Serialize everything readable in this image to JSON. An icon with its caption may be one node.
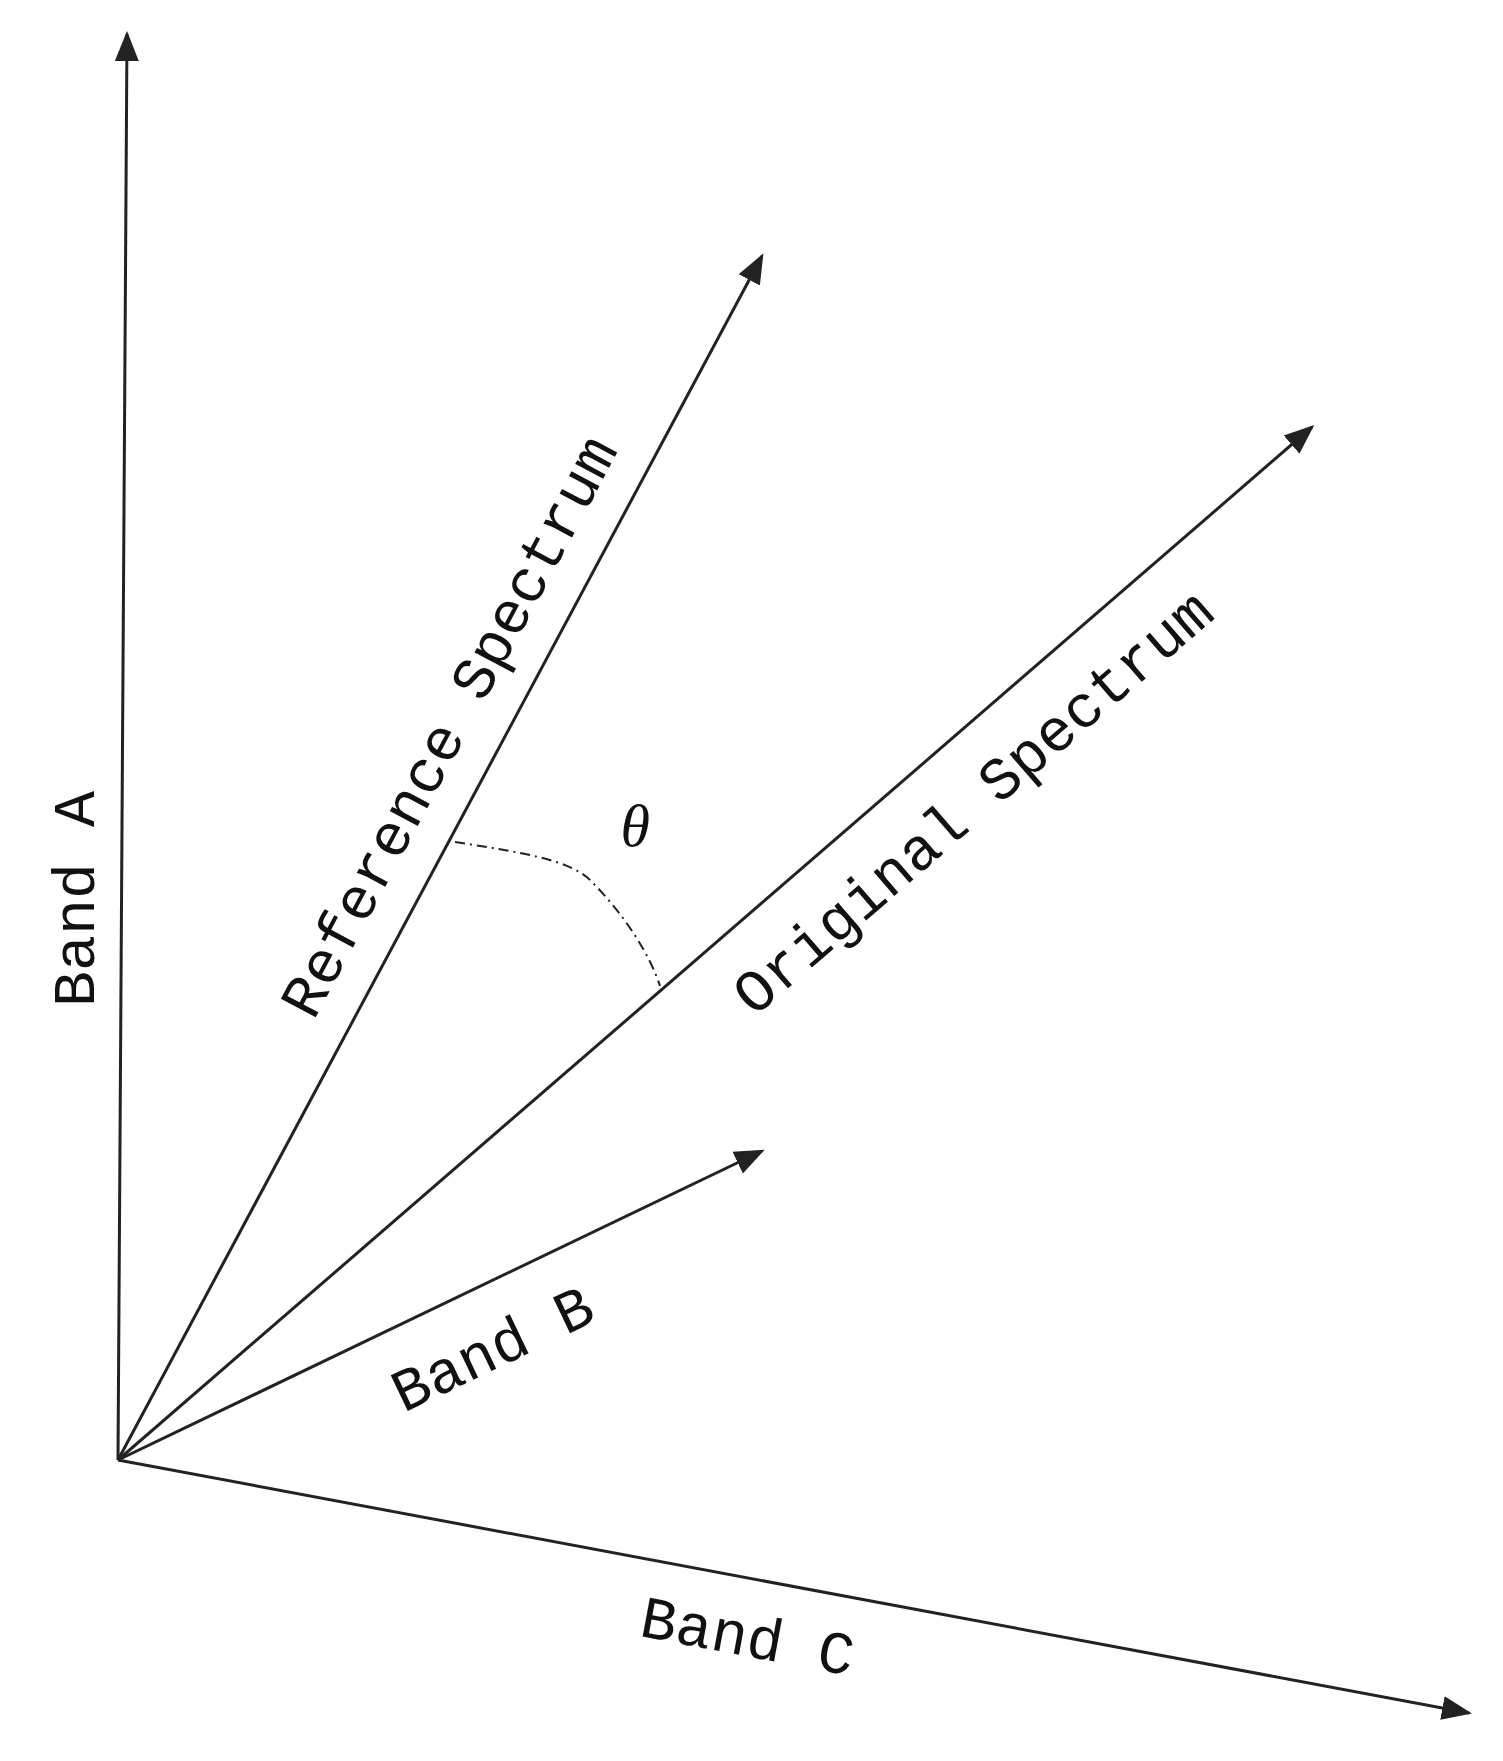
{
  "diagram": {
    "labels": [
      "Band A",
      "Reference Spectrum",
      "θ",
      "Original Spectrum",
      "Band B",
      "Band C"
    ]
  }
}
